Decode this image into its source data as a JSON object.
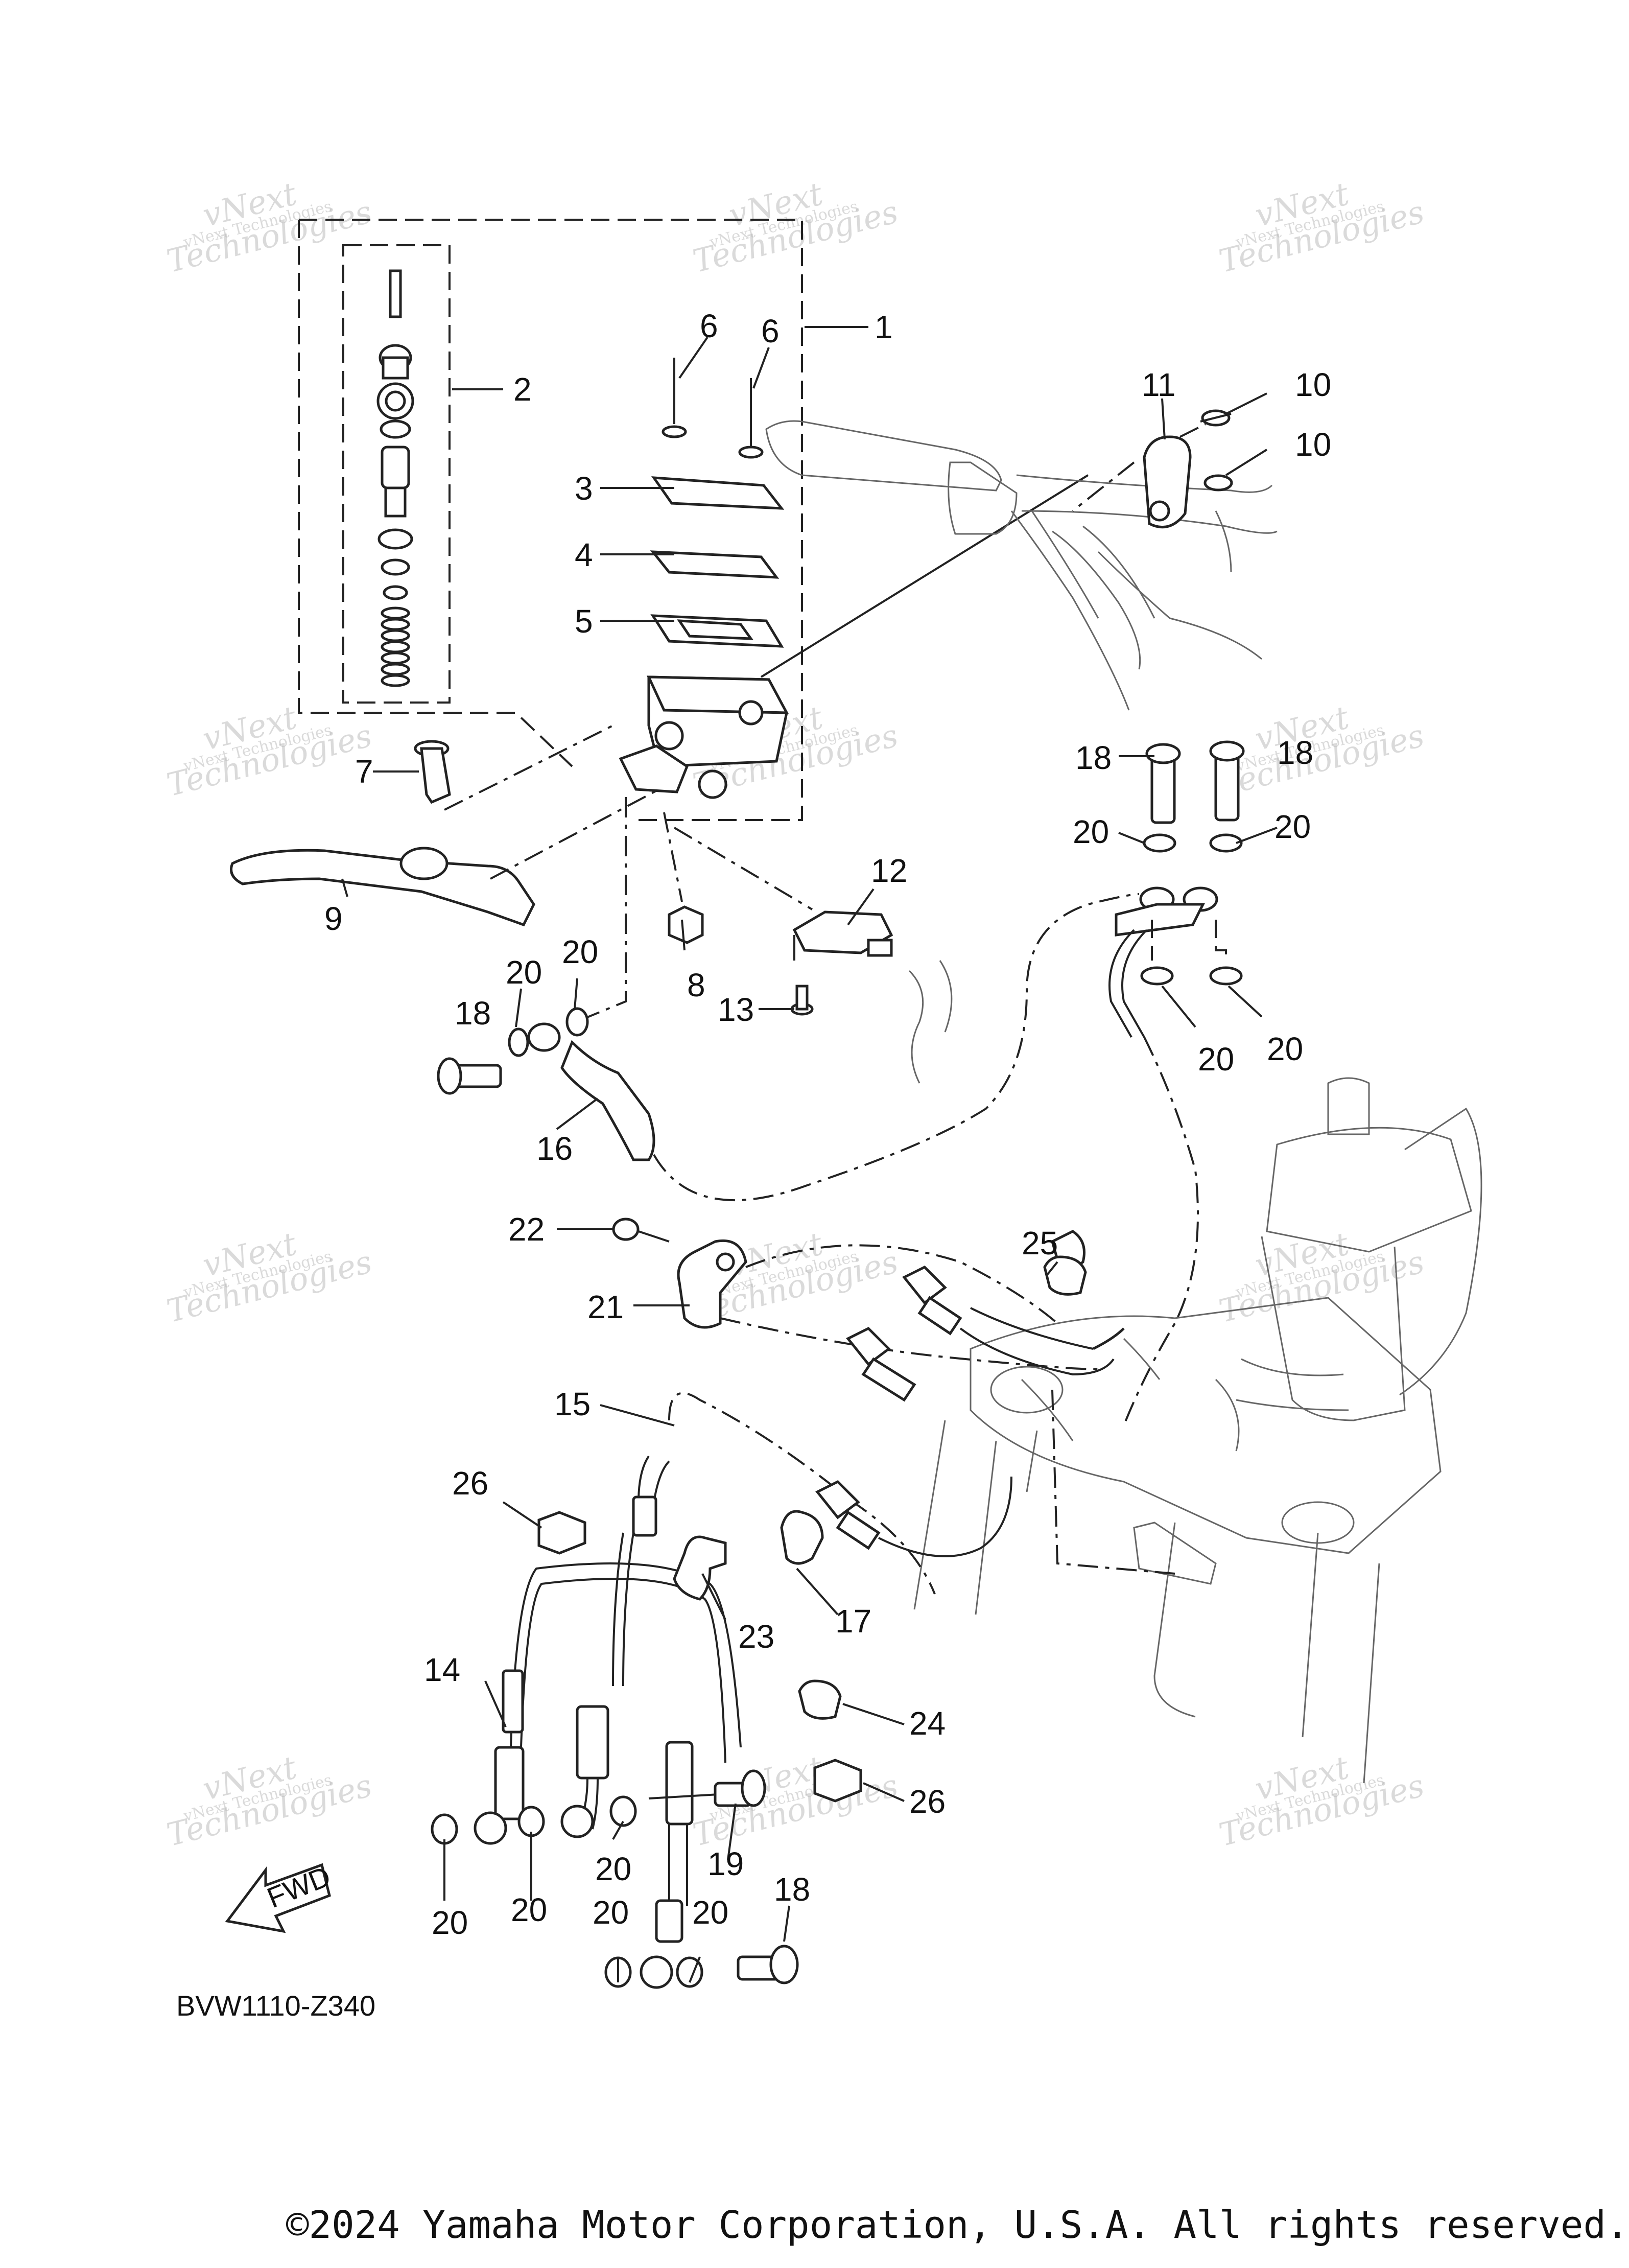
{
  "diagram": {
    "code": "BVW1110-Z340",
    "fwd_label": "FWD",
    "copyright": "©2024 Yamaha Motor Corporation, U.S.A. All rights reserved.",
    "watermark": {
      "line1": "vNext Technologies",
      "line2": "vNext",
      "line3": "Technologies"
    },
    "callouts": [
      {
        "id": "c1",
        "text": "1"
      },
      {
        "id": "c2",
        "text": "2"
      },
      {
        "id": "c3",
        "text": "3"
      },
      {
        "id": "c4",
        "text": "4"
      },
      {
        "id": "c5",
        "text": "5"
      },
      {
        "id": "c6a",
        "text": "6"
      },
      {
        "id": "c6b",
        "text": "6"
      },
      {
        "id": "c7",
        "text": "7"
      },
      {
        "id": "c8",
        "text": "8"
      },
      {
        "id": "c9",
        "text": "9"
      },
      {
        "id": "c10a",
        "text": "10"
      },
      {
        "id": "c10b",
        "text": "10"
      },
      {
        "id": "c11",
        "text": "11"
      },
      {
        "id": "c12",
        "text": "12"
      },
      {
        "id": "c13",
        "text": "13"
      },
      {
        "id": "c14",
        "text": "14"
      },
      {
        "id": "c15",
        "text": "15"
      },
      {
        "id": "c16",
        "text": "16"
      },
      {
        "id": "c17",
        "text": "17"
      },
      {
        "id": "c18a",
        "text": "18"
      },
      {
        "id": "c18b",
        "text": "18"
      },
      {
        "id": "c18c",
        "text": "18"
      },
      {
        "id": "c18d",
        "text": "18"
      },
      {
        "id": "c19",
        "text": "19"
      },
      {
        "id": "c20a",
        "text": "20"
      },
      {
        "id": "c20b",
        "text": "20"
      },
      {
        "id": "c20c",
        "text": "20"
      },
      {
        "id": "c20d",
        "text": "20"
      },
      {
        "id": "c20e",
        "text": "20"
      },
      {
        "id": "c20f",
        "text": "20"
      },
      {
        "id": "c20g",
        "text": "20"
      },
      {
        "id": "c20h",
        "text": "20"
      },
      {
        "id": "c20i",
        "text": "20"
      },
      {
        "id": "c20j",
        "text": "20"
      },
      {
        "id": "c20k",
        "text": "20"
      },
      {
        "id": "c21",
        "text": "21"
      },
      {
        "id": "c22",
        "text": "22"
      },
      {
        "id": "c23",
        "text": "23"
      },
      {
        "id": "c24",
        "text": "24"
      },
      {
        "id": "c25",
        "text": "25"
      },
      {
        "id": "c26a",
        "text": "26"
      },
      {
        "id": "c26b",
        "text": "26"
      }
    ]
  }
}
